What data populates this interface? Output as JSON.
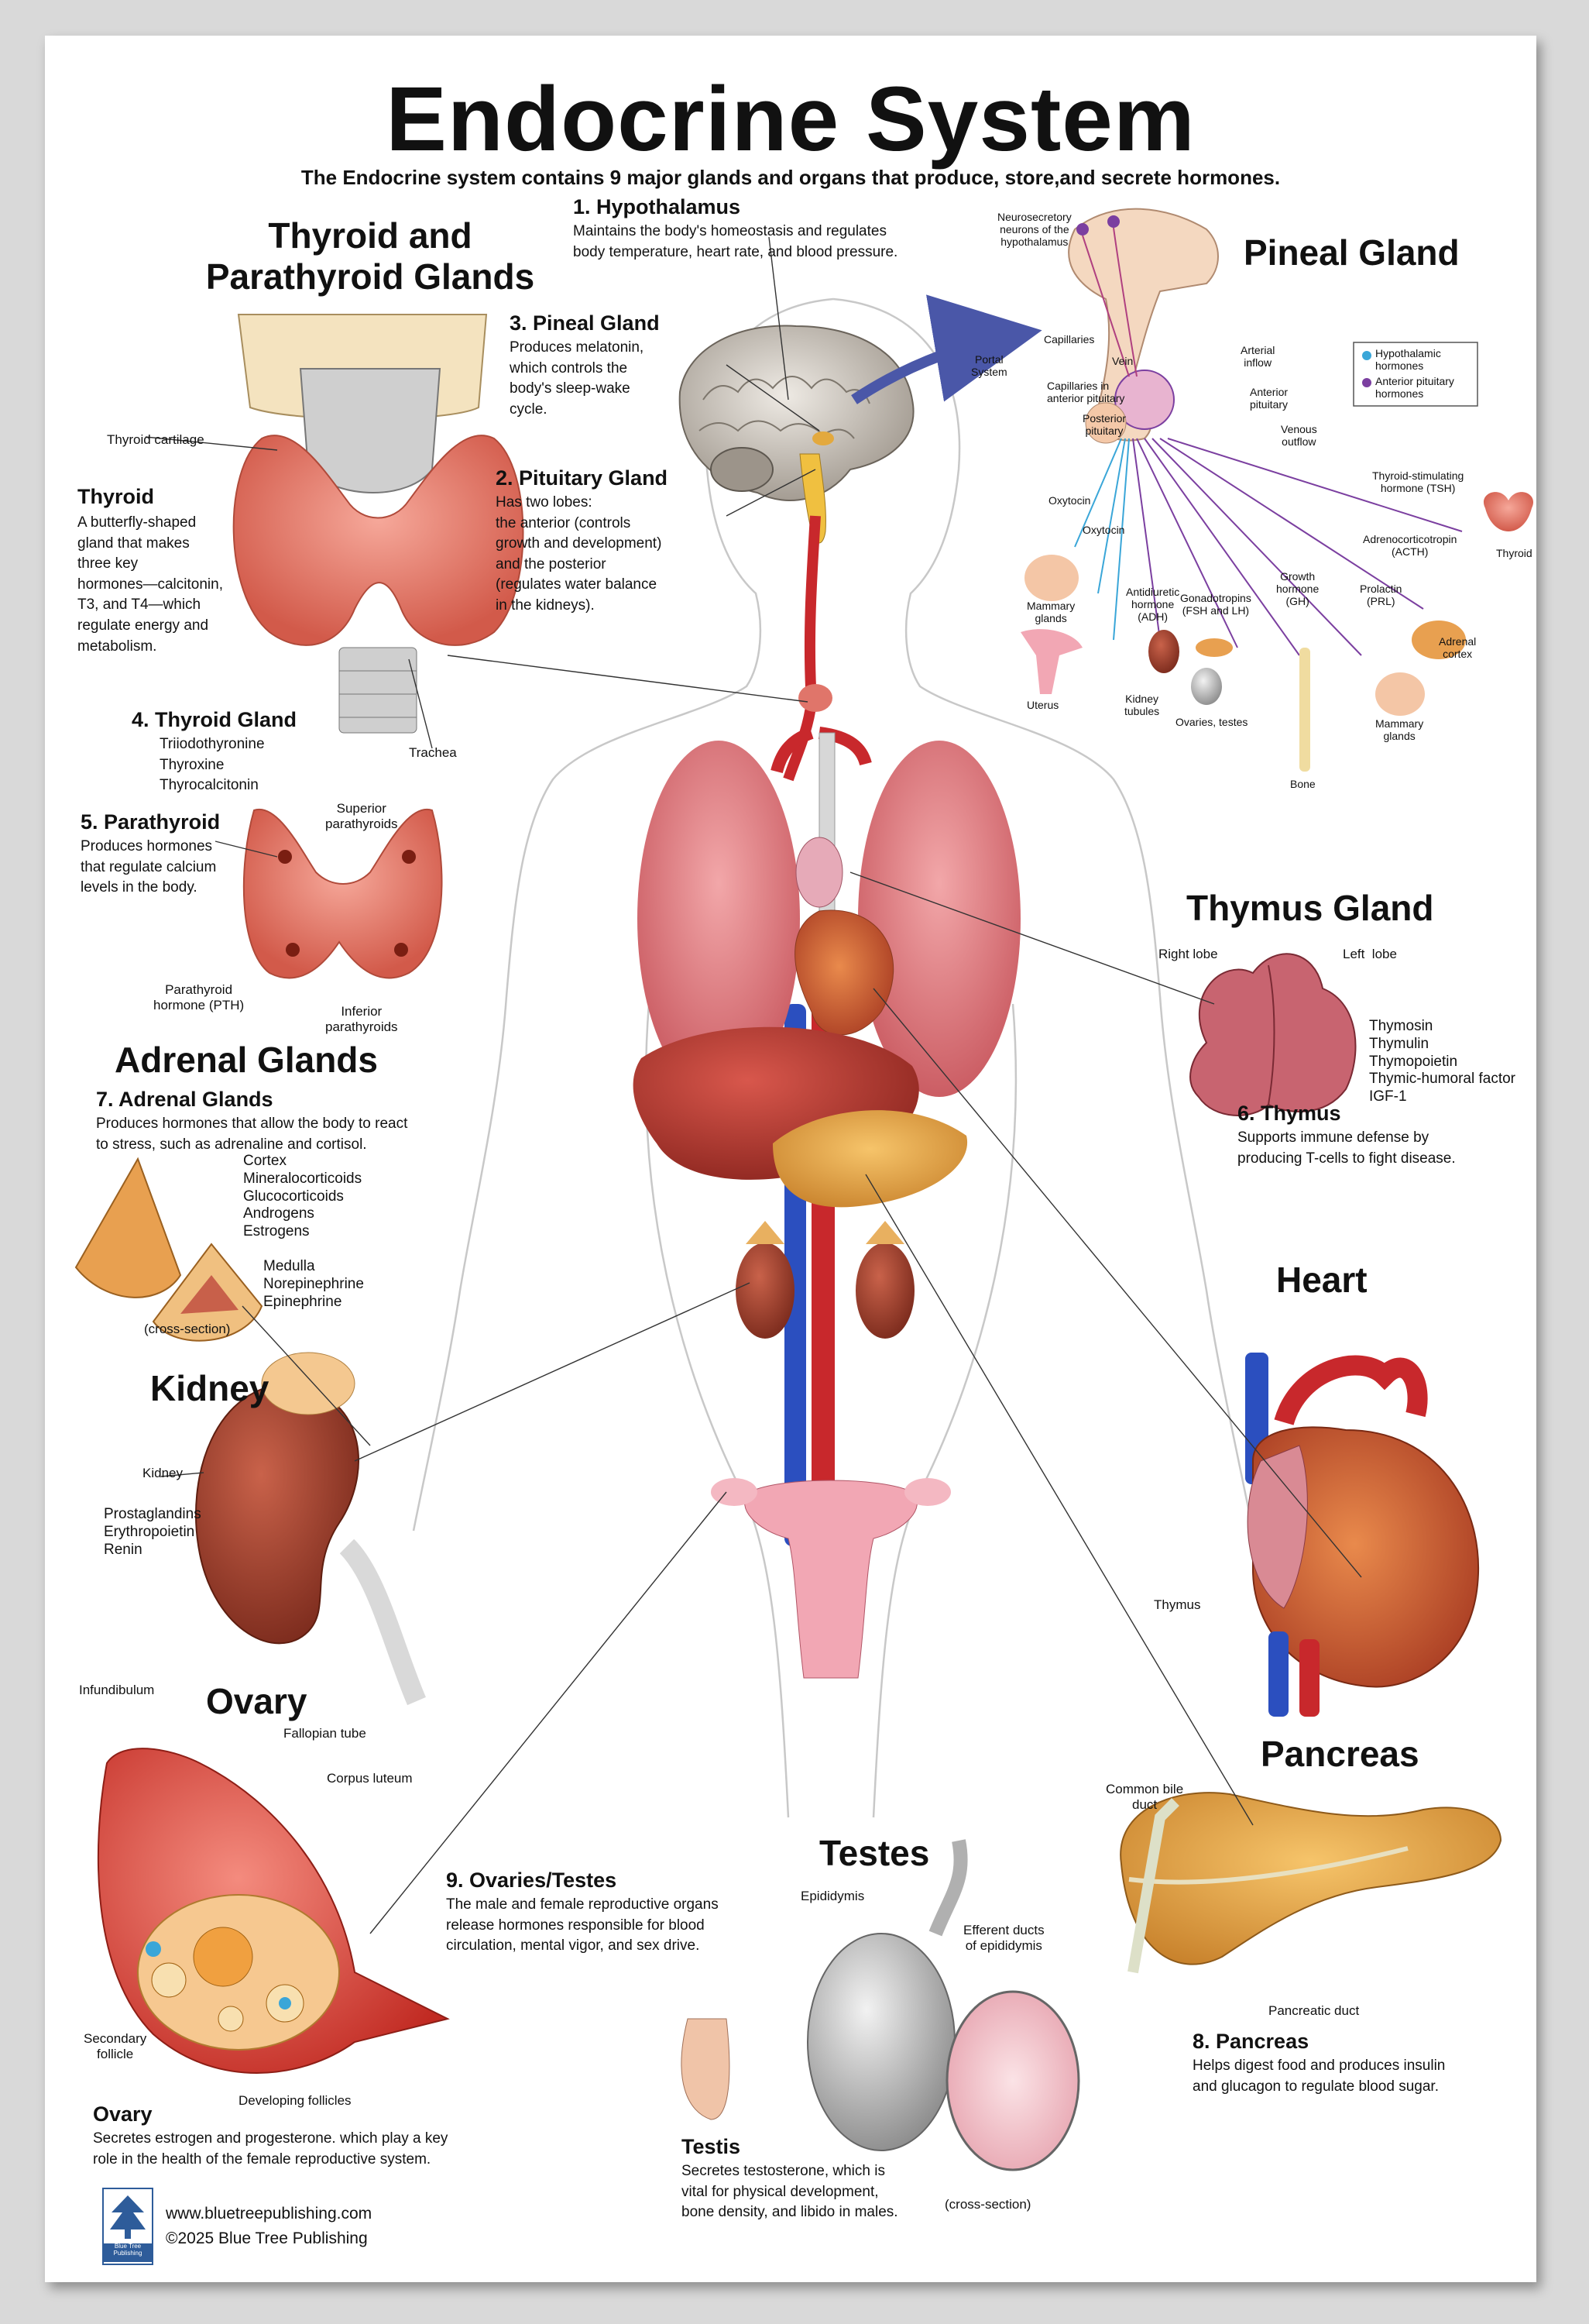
{
  "title": "Endocrine System",
  "subtitle": "The Endocrine system contains 9 major glands and organs that produce, store,and secrete hormones.",
  "thyroid_section": {
    "heading": "Thyroid and\nParathyroid Glands",
    "thyroid_cartilage": "Thyroid cartilage",
    "thyroid_title": "Thyroid",
    "thyroid_desc": "A butterfly-shaped\ngland that makes\nthree key\nhormones—calcitonin,\nT3, and T4—which\nregulate energy and\nmetabolism.",
    "gland_title": "4. Thyroid Gland",
    "gland_hormones": "Triiodothyronine\nThyroxine\nThyrocalcitonin",
    "trachea": "Trachea",
    "parathyroid_title": "5. Parathyroid",
    "parathyroid_desc": "Produces hormones\nthat regulate calcium\nlevels in the body.",
    "superior": "Superior\nparathyroids",
    "pth": "Parathyroid\nhormone (PTH)",
    "inferior": "Inferior\nparathyroids"
  },
  "hypothalamus": {
    "title": "1. Hypothalamus",
    "desc": "Maintains the body's homeostasis and regulates\nbody temperature, heart rate, and blood pressure."
  },
  "pineal_item": {
    "title": "3. Pineal Gland",
    "desc": "Produces melatonin,\nwhich controls the\nbody's sleep-wake\ncycle."
  },
  "pituitary_item": {
    "title": "2. Pituitary Gland",
    "desc": "Has two lobes:\nthe anterior (controls\ngrowth and development)\nand the posterior\n(regulates water balance\nin the kidneys)."
  },
  "pineal_section": {
    "heading": "Pineal Gland",
    "neurons": "Neurosecretory\nneurons of the\nhypothalamus",
    "capillaries": "Capillaries",
    "vein": "Vein",
    "portal": "Portal\nSystem",
    "cap_ant": "Capillaries in\nanterior pituitary",
    "arterial": "Arterial\ninflow",
    "anterior": "Anterior\npituitary",
    "posterior": "Posterior\npituitary",
    "venous": "Venous\noutflow",
    "legend_hypo": "Hypothalamic\nhormones",
    "legend_ant": "Anterior pituitary\nhormones",
    "tsh": "Thyroid-stimulating\nhormone (TSH)",
    "thyroid": "Thyroid",
    "acth": "Adrenocorticotropin\n(ACTH)",
    "oxytocin1": "Oxytocin",
    "oxytocin2": "Oxytocin",
    "adh": "Antidiuretic\nhormone\n(ADH)",
    "gonado": "Gonadotropins\n(FSH and LH)",
    "gh": "Growth\nhormone\n(GH)",
    "prl": "Prolactin\n(PRL)",
    "adrenal_cortex": "Adrenal\ncortex",
    "mammary1": "Mammary\nglands",
    "uterus": "Uterus",
    "kidney_tubules": "Kidney\ntubules",
    "ovaries_testes": "Ovaries, testes",
    "bone": "Bone",
    "mammary2": "Mammary\nglands"
  },
  "thymus_section": {
    "heading": "Thymus Gland",
    "right_lobe": "Right lobe",
    "left_lobe": "Left  lobe",
    "hormones": "Thymosin\nThymulin\nThymopoietin\nThymic-humoral factor\nIGF-1",
    "title": "6. Thymus",
    "desc": "Supports immune defense by\nproducing T-cells to fight disease."
  },
  "adrenal_section": {
    "heading": "Adrenal Glands",
    "title": "7. Adrenal Glands",
    "desc": "Produces hormones that allow the body to react\nto stress, such as adrenaline and cortisol.",
    "cortex": "Cortex\nMineralocorticoids\nGlucocorticoids\nAndrogens\nEstrogens",
    "medulla": "Medulla\nNorepinephrine\nEpinephrine",
    "cross": "(cross-section)"
  },
  "kidney_section": {
    "heading": "Kidney",
    "kidney": "Kidney",
    "hormones": "Prostaglandins\nErythropoietin\nRenin"
  },
  "heart_section": {
    "heading": "Heart",
    "thymus": "Thymus"
  },
  "ovary_section": {
    "heading": "Ovary",
    "infundibulum": "Infundibulum",
    "fallopian": "Fallopian tube",
    "corpus": "Corpus luteum",
    "secondary": "Secondary\nfollicle",
    "developing": "Developing follicles",
    "title": "Ovary",
    "desc": "Secretes estrogen and progesterone. which play a key\nrole in the health of the female reproductive system."
  },
  "ovaries_testes_item": {
    "title": "9. Ovaries/Testes",
    "desc": "The male and female reproductive organs\nrelease hormones responsible for blood\ncirculation, mental vigor, and sex drive."
  },
  "testes_section": {
    "heading": "Testes",
    "epididymis": "Epididymis",
    "efferent": "Efferent ducts\nof epididymis",
    "title": "Testis",
    "desc": "Secretes testosterone, which is\nvital for physical development,\nbone density, and libido in males.",
    "cross": "(cross-section)"
  },
  "pancreas_section": {
    "heading": "Pancreas",
    "bile": "Common bile\nduct",
    "duct": "Pancreatic duct",
    "title": "8. Pancreas",
    "desc": "Helps digest food and produces insulin\nand glucagon to regulate blood sugar."
  },
  "footer": {
    "url": "www.bluetreepublishing.com",
    "copyright": "©2025 Blue Tree Publishing",
    "logo_text": "Blue Tree\nPublishing"
  },
  "colors": {
    "tissue": "#e07a6c",
    "organ_red": "#c8282c",
    "vein_blue": "#2b4fbf",
    "liver": "#b33a32",
    "pancreas": "#e8a640",
    "pineal_purple": "#7b3fa0",
    "link_cyan": "#3aa6d8",
    "logo_blue": "#2e5c9a"
  }
}
